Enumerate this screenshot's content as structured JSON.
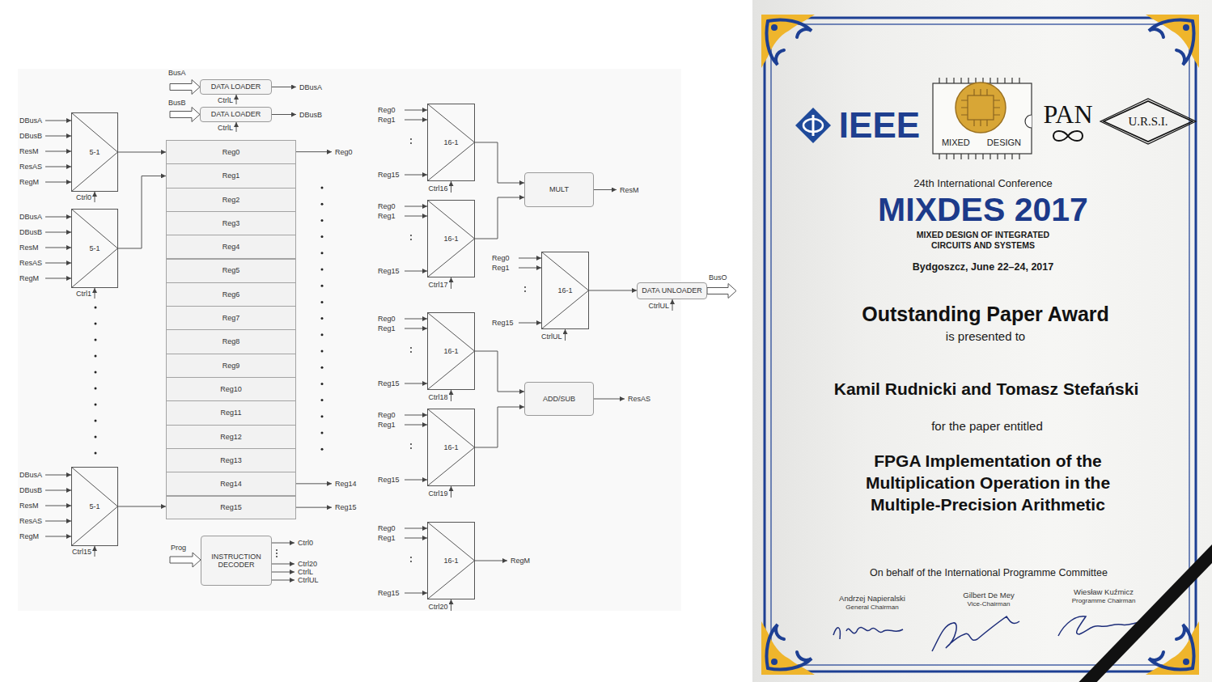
{
  "diagram": {
    "nodes": [
      {
        "text": [
          "DATA LOADER"
        ]
      },
      {
        "text": [
          "DATA LOADER"
        ]
      },
      {
        "text": [
          "5-1"
        ]
      },
      {
        "text": [
          "5-1"
        ]
      },
      {
        "text": [
          "5-1"
        ]
      },
      {
        "text": [
          "Reg0"
        ]
      },
      {
        "text": [
          "Reg1"
        ]
      },
      {
        "text": [
          "Reg2"
        ]
      },
      {
        "text": [
          "Reg3"
        ]
      },
      {
        "text": [
          "Reg4"
        ]
      },
      {
        "text": [
          "Reg5"
        ]
      },
      {
        "text": [
          "Reg6"
        ]
      },
      {
        "text": [
          "Reg7"
        ]
      },
      {
        "text": [
          "Reg8"
        ]
      },
      {
        "text": [
          "Reg9"
        ]
      },
      {
        "text": [
          "Reg10"
        ]
      },
      {
        "text": [
          "Reg11"
        ]
      },
      {
        "text": [
          "Reg12"
        ]
      },
      {
        "text": [
          "Reg13"
        ]
      },
      {
        "text": [
          "Reg14"
        ]
      },
      {
        "text": [
          "Reg15"
        ]
      },
      {
        "text": [
          "INSTRUCTION DECODER"
        ]
      },
      {
        "text": [
          "16-1"
        ]
      },
      {
        "text": [
          "16-1"
        ]
      },
      {
        "text": [
          "MULT"
        ]
      },
      {
        "text": [
          "16-1"
        ]
      },
      {
        "text": [
          "DATA UNLOADER"
        ]
      },
      {
        "text": [
          "16-1"
        ]
      },
      {
        "text": [
          "16-1"
        ]
      },
      {
        "text": [
          "ADD/SUB"
        ]
      },
      {
        "text": [
          "16-1"
        ]
      },
      {
        "text": [
          "IEEE",
          "MIXED DESIGN",
          "PAN",
          "U.R.S.I.",
          "24th International Conference",
          "MIXDES 2017",
          "MIXED DESIGN OF INTEGRATED CIRCUITS AND SYSTEMS",
          "Bydgoszcz, June 22–24, 2017",
          "Outstanding Paper Award",
          "is presented to",
          "Kamil Rudnicki and Tomasz Stefański",
          "for the paper entitled",
          "FPGA Implementation of the Multiplication Operation in the Multiple-Precision Arithmetic",
          "On behalf of the International Programme Committee",
          "Andrzej Napieralski",
          "General Chairman",
          "Gilbert De Mey",
          "Vice-Chairman",
          "Wiesław Kuźmicz",
          "Programme Chairman"
        ]
      }
    ],
    "edges": [
      {
        "from": 2,
        "to": 5,
        "arrow": "to"
      },
      {
        "from": 3,
        "to": 6,
        "arrow": "to"
      },
      {
        "from": 4,
        "to": 20,
        "arrow": "to"
      },
      {
        "from": 22,
        "to": 24,
        "arrow": "to"
      },
      {
        "from": 23,
        "to": 24,
        "arrow": "to"
      },
      {
        "from": 25,
        "to": 26,
        "arrow": "to"
      },
      {
        "from": 27,
        "to": 29,
        "arrow": "to"
      },
      {
        "from": 28,
        "to": 29,
        "arrow": "to"
      }
    ],
    "labels": [
      "BusA",
      "CtrlL",
      "DBusA",
      "BusB",
      "CtrlL",
      "DBusB",
      "DBusA",
      "DBusB",
      "ResM",
      "ResAS",
      "RegM",
      "Ctrl0",
      "DBusA",
      "DBusB",
      "ResM",
      "ResAS",
      "RegM",
      "Ctrl1",
      "DBusA",
      "DBusB",
      "ResM",
      "ResAS",
      "RegM",
      "Ctrl15",
      "Reg0",
      "Reg14",
      "Reg15",
      "Prog",
      "Ctrl0",
      "Ctrl20",
      "CtrlL",
      "CtrlUL",
      "Reg0",
      "Reg1",
      "Reg15",
      "Ctrl16",
      "Reg0",
      "Reg1",
      "Reg15",
      "Ctrl17",
      "Reg0",
      "Reg1",
      "Reg15",
      "CtrlUL",
      "Reg0",
      "Reg1",
      "Reg15",
      "Ctrl18",
      "Reg0",
      "Reg1",
      "Reg15",
      "Ctrl19",
      "Reg0",
      "Reg1",
      "Reg15",
      "Ctrl20",
      "ResM",
      "BusO",
      "CtrlUL",
      "ResAS",
      "RegM"
    ]
  }
}
